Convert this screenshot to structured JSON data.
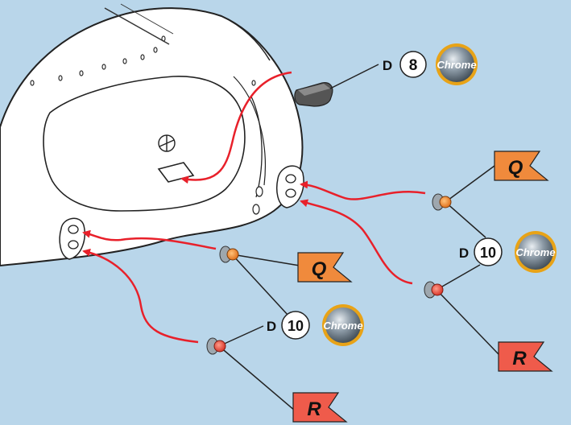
{
  "colors": {
    "background": "#b9d6ea",
    "arrow": "#e8202a",
    "flag_q": "#f08a3c",
    "flag_r": "#ef5b4b",
    "chrome_ring": "#e8a317",
    "chrome_disc": "#8a9aa6"
  },
  "top_part": {
    "prefix": "D",
    "number": "8",
    "finish": "Chrome"
  },
  "right_group": {
    "prefix": "D",
    "number": "10",
    "finish": "Chrome",
    "flag_upper": "Q",
    "flag_lower": "R"
  },
  "left_group": {
    "prefix": "D",
    "number": "10",
    "finish": "Chrome",
    "flag_upper": "Q",
    "flag_lower": "R"
  }
}
